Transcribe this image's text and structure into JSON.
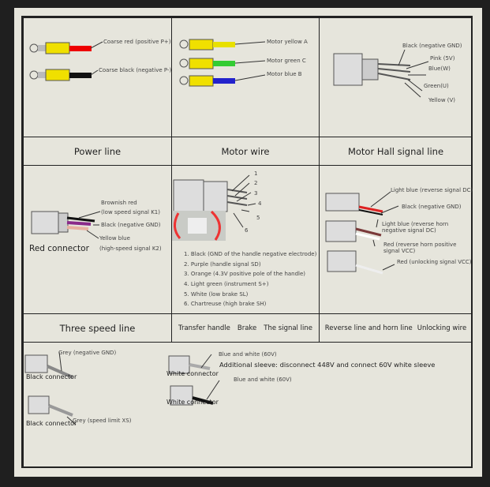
{
  "power": {
    "label": "Power line",
    "red": "Coarse red (positive P+)",
    "black": "Coarse black (negative P-)"
  },
  "motor": {
    "label": "Motor wire",
    "yellow": "Motor yellow A",
    "green": "Motor green C",
    "blue": "Motor blue B"
  },
  "hall": {
    "label": "Motor Hall signal line",
    "items": [
      "Black (negative GND)",
      "Pink (5V)",
      "Blue(W)",
      "Green(U)",
      "Yellow (V)"
    ]
  },
  "three": {
    "label": "Three speed line",
    "connector": "Red connector",
    "items": [
      "Brownish red",
      "(low speed signal K1)",
      "Black (negative GND)",
      "Yellow blue",
      "(high-speed signal K2)"
    ]
  },
  "handle": {
    "labels": [
      "Transfer handle",
      "Brake",
      "The signal line"
    ],
    "numbers": [
      "1",
      "2",
      "3",
      "4",
      "5",
      "6"
    ],
    "items": [
      "1. Black (GND of the handle negative electrode)",
      "2. Purple (handle signal SD)",
      "3. Orange (4.3V positive pole of the handle)",
      "4. Light green (instrument S+)",
      "5. White (low brake SL)",
      "6. Chartreuse (high brake SH)"
    ]
  },
  "reverse": {
    "labels": [
      "Reverse line and horn line",
      "Unlocking wire"
    ],
    "items": [
      "Light blue (reverse signal DC)",
      "Black (negative GND)",
      "Light blue (reverse horn negative signal DC)",
      "Red (reverse horn positive signal VCC)",
      "Red (unlocking signal VCC)"
    ]
  },
  "bottom": {
    "grey_gnd": "Grey (negative GND)",
    "black_conn": "Black connector",
    "grey_xs": "Grey (speed limit XS)",
    "black_conn2": "Black connector",
    "blue_white": "Blue and white (60V)",
    "sleeve": "Additional sleeve: disconnect 448V and connect 60V white sleeve",
    "white_conn": "White connector",
    "blue_white2": "Blue and white (60V)",
    "white_conn2": "White connector"
  }
}
